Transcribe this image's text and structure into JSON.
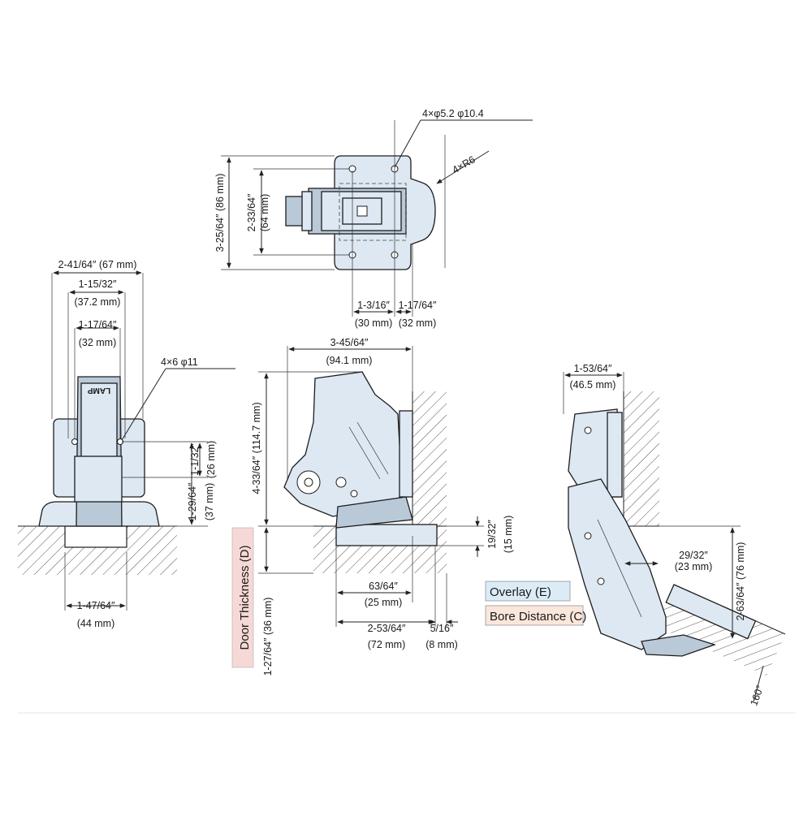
{
  "labels": {
    "top_holes": "4×φ5.2  φ10.4",
    "top_radius": "4×R6",
    "top_height_total": "3-25/64″ (86 mm)",
    "top_height_inner_a": "2-33/64″",
    "top_height_inner_b": "(64 mm)",
    "top_w1_a": "1-3/16″",
    "top_w1_b": "(30 mm)",
    "top_w2_a": "1-17/64″",
    "top_w2_b": "(32 mm)",
    "left_w_total": "2-41/64″ (67 mm)",
    "left_w_mid_a": "1-15/32″",
    "left_w_mid_b": "(37.2 mm)",
    "left_w_in_a": "1-17/64″",
    "left_w_in_b": "(32 mm)",
    "left_holes": "4×6  φ11",
    "left_h_small": "1-1/32″",
    "left_h_small_mm": "(26 mm)",
    "left_h_big": "1-29/64″",
    "left_h_big_mm": "(37 mm)",
    "left_bottom_a": "1-47/64″",
    "left_bottom_b": "(44 mm)",
    "logo": "LAMP",
    "mid_w_top_a": "3-45/64″",
    "mid_w_top_b": "(94.1 mm)",
    "mid_h": "4-33/64″ (114.7 mm)",
    "door_thickness": "Door Thickness (D)",
    "door_value": "1-27/64″ (36 mm)",
    "mid_small_a": "19/32″",
    "mid_small_b": "(15 mm)",
    "mid_b1_a": "63/64″",
    "mid_b1_b": "(25 mm)",
    "mid_b2_a": "2-53/64″",
    "mid_b2_b": "(72 mm)",
    "mid_b3_a": "5/16″",
    "mid_b3_b": "(8 mm)",
    "right_w_a": "1-53/64″",
    "right_w_b": "(46.5 mm)",
    "right_w2_a": "29/32″",
    "right_w2_b": "(23 mm)",
    "right_h": "2-63/64″ (76 mm)",
    "overlay": "Overlay (E)",
    "bore": "Bore Distance (C)",
    "angle": "160°"
  },
  "colors": {
    "part_fill": "#dde8f2",
    "overlay_box": "#dcecf7",
    "bore_box": "#fbe6dc",
    "door_box": "#f6d9d6",
    "hatch": "#555555"
  }
}
